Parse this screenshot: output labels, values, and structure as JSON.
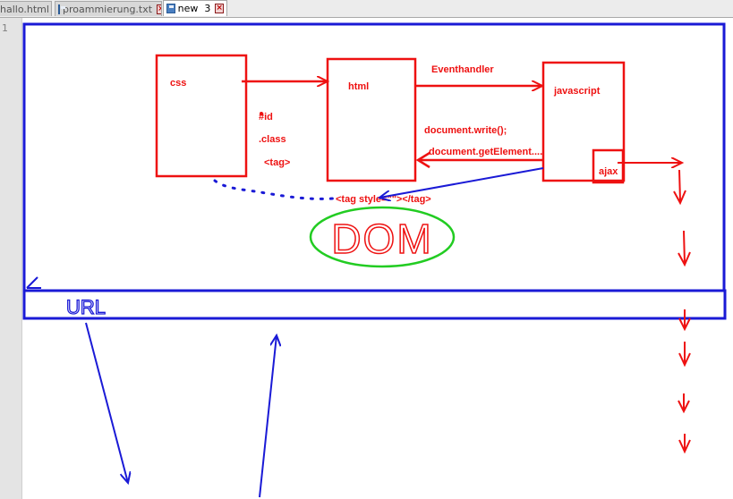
{
  "tabs": [
    {
      "label": "hallo.html",
      "active": false
    },
    {
      "label": "proammierung.txt",
      "active": false
    },
    {
      "label": "new  3",
      "active": true
    }
  ],
  "gutter": {
    "line_number": "1"
  },
  "diagram": {
    "css": "css",
    "html": "html",
    "javascript": "javascript",
    "ajax": "ajax",
    "eventhandler": "Eventhandler",
    "selector_id": "#id",
    "selector_class": ".class",
    "selector_tag": "<tag>",
    "doc_write": "document.write();",
    "doc_get": "document.getElement....",
    "tag_style": "<tag style=\"\"></tag>",
    "dom": "DOM",
    "url": "URL"
  },
  "colors": {
    "red": "#ee1111",
    "blue": "#1a1ad6",
    "green": "#22cc22"
  }
}
